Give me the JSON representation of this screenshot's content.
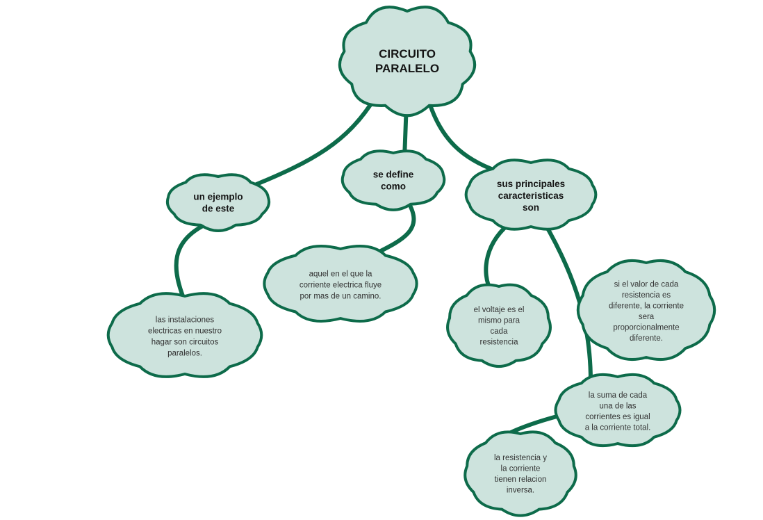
{
  "root": {
    "lines": [
      "CIRCUITO",
      "PARALELO"
    ]
  },
  "branches": {
    "example": {
      "lines": [
        "un ejemplo",
        "de este"
      ]
    },
    "define": {
      "lines": [
        "se define",
        "como"
      ]
    },
    "features": {
      "lines": [
        "sus principales",
        "caracteristicas",
        "son"
      ]
    }
  },
  "leaves": {
    "installations": {
      "lines": [
        "las instalaciones",
        "electricas en nuestro",
        "hagar son circuitos",
        "paralelos."
      ]
    },
    "definition": {
      "lines": [
        "aquel en el que la",
        "corriente electrica fluye",
        "por mas de un camino."
      ]
    },
    "voltage": {
      "lines": [
        "el voltaje es el",
        "mismo para",
        "cada",
        "resistencia"
      ]
    },
    "resistance_value": {
      "lines": [
        "si el valor de cada",
        "resistencia es",
        "diferente, la corriente",
        "sera",
        "proporcionalmente",
        "diferente."
      ]
    },
    "current_sum": {
      "lines": [
        "la suma de cada",
        "una de las",
        "corrientes es igual",
        "a la corriente total."
      ]
    },
    "inverse": {
      "lines": [
        "la resistencia y",
        "la corriente",
        "tienen relacion",
        "inversa."
      ]
    }
  },
  "colors": {
    "cloud_fill": "#cde3dd",
    "outline": "#0d6b4a",
    "text": "#1f1f1f"
  }
}
